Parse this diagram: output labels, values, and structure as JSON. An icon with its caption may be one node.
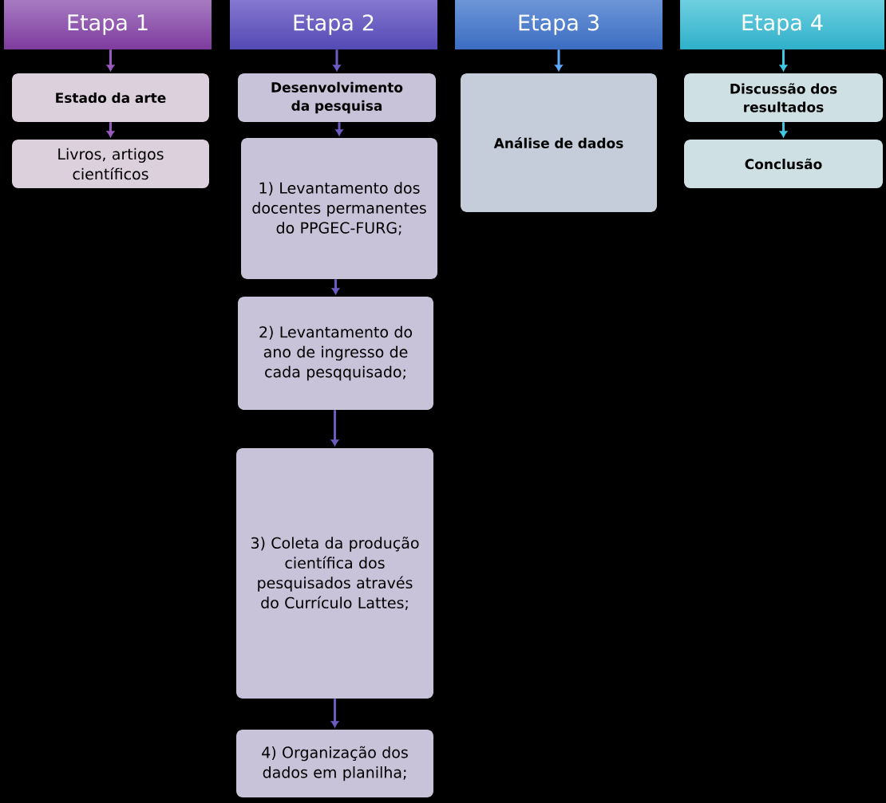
{
  "diagram": {
    "nodes": [
      {
        "text": [
          "Etapa 1"
        ]
      },
      {
        "text": [
          "Estado da arte"
        ]
      },
      {
        "text": [
          "Livros, artigos científicos"
        ]
      },
      {
        "text": [
          "Etapa 2"
        ]
      },
      {
        "text": [
          "Desenvolvimento da pesquisa"
        ]
      },
      {
        "text": [
          "1) Levantamento dos docentes permanentes do PPGEC-FURG;"
        ]
      },
      {
        "text": [
          "2) Levantamento do ano de ingresso de cada pesqquisado;"
        ]
      },
      {
        "text": [
          "3) Coleta da produção científica dos pesquisados através  do Currículo Lattes;"
        ]
      },
      {
        "text": [
          "4) Organização dos dados em planilha;"
        ]
      },
      {
        "text": [
          "Etapa 3"
        ]
      },
      {
        "text": [
          "Análise de dados"
        ]
      },
      {
        "text": [
          "Etapa 4"
        ]
      },
      {
        "text": [
          "Discussão dos resultados"
        ]
      },
      {
        "text": [
          "Conclusão"
        ]
      }
    ],
    "edges": [
      {
        "from": 0,
        "to": 1,
        "arrow": "to",
        "color": "#9a5bc0"
      },
      {
        "from": 1,
        "to": 2,
        "arrow": "to",
        "color": "#9a5bc0"
      },
      {
        "from": 3,
        "to": 4,
        "arrow": "to"
      },
      {
        "from": 4,
        "to": 5,
        "arrow": "to"
      },
      {
        "from": 5,
        "to": 6,
        "arrow": "to"
      },
      {
        "from": 6,
        "to": 7,
        "arrow": "to"
      },
      {
        "from": 7,
        "to": 8,
        "arrow": "to"
      },
      {
        "from": 9,
        "to": 10,
        "arrow": "to",
        "color": "#5ea8ff"
      },
      {
        "from": 11,
        "to": 12,
        "arrow": "to",
        "color": "#3fc8e0"
      },
      {
        "from": 12,
        "to": 13,
        "arrow": "to",
        "color": "#3fc8e0"
      }
    ]
  }
}
